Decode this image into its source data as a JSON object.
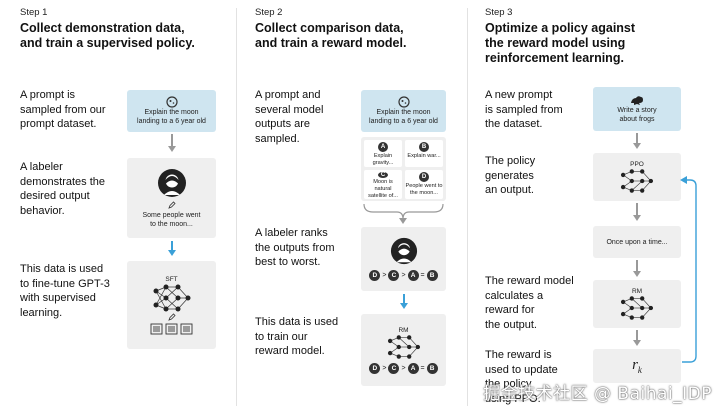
{
  "steps": [
    {
      "label": "Step 1",
      "heading": [
        "Collect demonstration data,",
        "and train a supervised policy."
      ],
      "texts": [
        [
          "A prompt is",
          "sampled from our",
          "prompt dataset."
        ],
        [
          "A labeler",
          "demonstrates the",
          "desired output",
          "behavior."
        ],
        [
          "This data is used",
          "to fine-tune GPT-3",
          "with supervised",
          "learning."
        ]
      ],
      "prompt_card": [
        "Explain the moon",
        "landing to a 6 year old"
      ],
      "labeler_output": [
        "Some people went",
        "to the moon..."
      ],
      "model_label": "SFT"
    },
    {
      "label": "Step 2",
      "heading": [
        "Collect comparison data,",
        "and train a reward model."
      ],
      "texts": [
        [
          "A prompt and",
          "several model",
          "outputs are",
          "sampled."
        ],
        [
          "A labeler ranks",
          "the outputs from",
          "best to worst."
        ],
        [
          "This data is used",
          "to train our",
          "reward model."
        ]
      ],
      "prompt_card": [
        "Explain the moon",
        "landing to a 6 year old"
      ],
      "outputs": [
        {
          "letter": "A",
          "text": [
            "Explain gravity..."
          ]
        },
        {
          "letter": "B",
          "text": [
            "Explain war..."
          ]
        },
        {
          "letter": "C",
          "text": [
            "Moon is natural",
            "satellite of..."
          ]
        },
        {
          "letter": "D",
          "text": [
            "People went to",
            "the moon..."
          ]
        }
      ],
      "ranking": [
        "D",
        ">",
        "C",
        ">",
        "A",
        "=",
        "B"
      ],
      "model_label": "RM"
    },
    {
      "label": "Step 3",
      "heading": [
        "Optimize a policy against",
        "the reward model using",
        "reinforcement learning."
      ],
      "texts": [
        [
          "A new prompt",
          "is sampled from",
          "the dataset."
        ],
        [
          "The policy",
          "generates",
          "an output."
        ],
        [
          "The reward model",
          "calculates a",
          "reward for",
          "the output."
        ],
        [
          "The reward is",
          "used to update",
          "the policy",
          "using PPO."
        ]
      ],
      "prompt_card": [
        "Write a story",
        "about frogs"
      ],
      "policy_label": "PPO",
      "output_text": "Once upon a time...",
      "reward_label": "RM",
      "reward_symbol": "r",
      "reward_sub": "k"
    }
  ],
  "watermark": "掘金技术社区 @ Baihai_IDP",
  "colors": {
    "prompt_bg": "#cfe5f0",
    "card_bg": "#efefef",
    "feedback_arrow": "#3aa0d8"
  }
}
